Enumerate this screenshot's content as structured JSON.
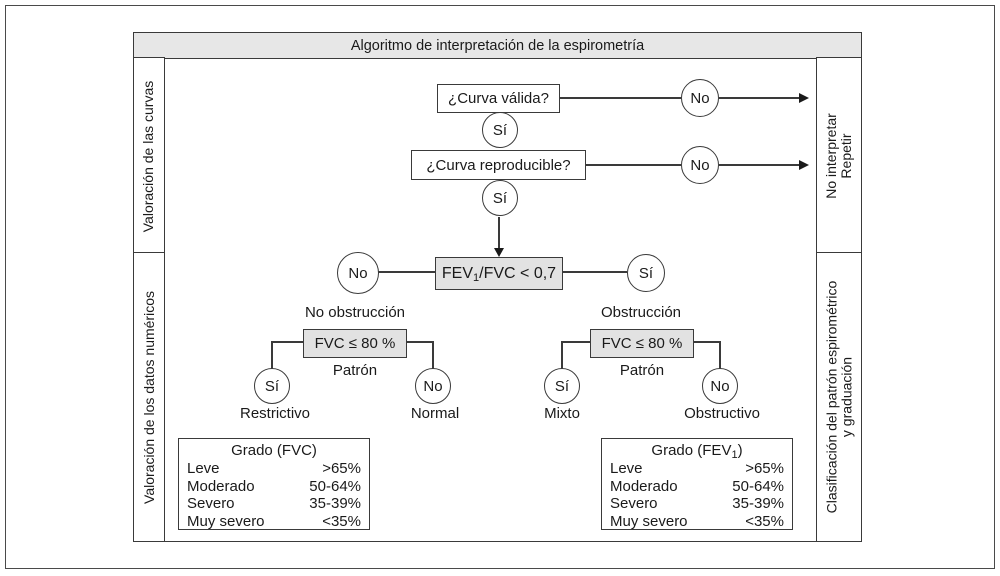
{
  "title": "Algoritmo de interpretación de la espirometría",
  "left_sidebar": {
    "section1": "Valoración de las curvas",
    "section2": "Valoración de los datos numéricos"
  },
  "right_sidebar": {
    "section1": {
      "line1": "No interpretar",
      "line2": "Repetir"
    },
    "section2": {
      "line1": "Clasificación del patrón espirométrico",
      "line2": "y graduación"
    }
  },
  "flowchart": {
    "yes": "Sí",
    "no": "No",
    "question_valid": "¿Curva válida?",
    "question_reproducible": "¿Curva reproducible?",
    "fev_box": {
      "pre": "FEV",
      "sub": "1",
      "post": "/FVC < 0,7"
    },
    "branch_left": {
      "title": "No obstrucción",
      "box": "FVC ≤ 80 %",
      "pattern_label": "Patrón",
      "yes_result": "Restrictivo",
      "no_result": "Normal"
    },
    "branch_right": {
      "title": "Obstrucción",
      "box": "FVC ≤ 80 %",
      "pattern_label": "Patrón",
      "yes_result": "Mixto",
      "no_result": "Obstructivo"
    }
  },
  "tables": {
    "left": {
      "header": "Grado (FVC)",
      "rows": [
        {
          "label": "Leve",
          "value": ">65%"
        },
        {
          "label": "Moderado",
          "value": "50-64%"
        },
        {
          "label": "Severo",
          "value": "35-39%"
        },
        {
          "label": "Muy severo",
          "value": "<35%"
        }
      ]
    },
    "right": {
      "header": {
        "pre": "Grado (FEV",
        "sub": "1",
        "post": ")"
      },
      "rows": [
        {
          "label": "Leve",
          "value": ">65%"
        },
        {
          "label": "Moderado",
          "value": "50-64%"
        },
        {
          "label": "Severo",
          "value": "35-39%"
        },
        {
          "label": "Muy severo",
          "value": "<35%"
        }
      ]
    }
  },
  "colors": {
    "box_fill": "#e2e2e2",
    "title_fill": "#e7e7e7",
    "line": "#3a3a3a",
    "text": "#1a1a1a"
  }
}
